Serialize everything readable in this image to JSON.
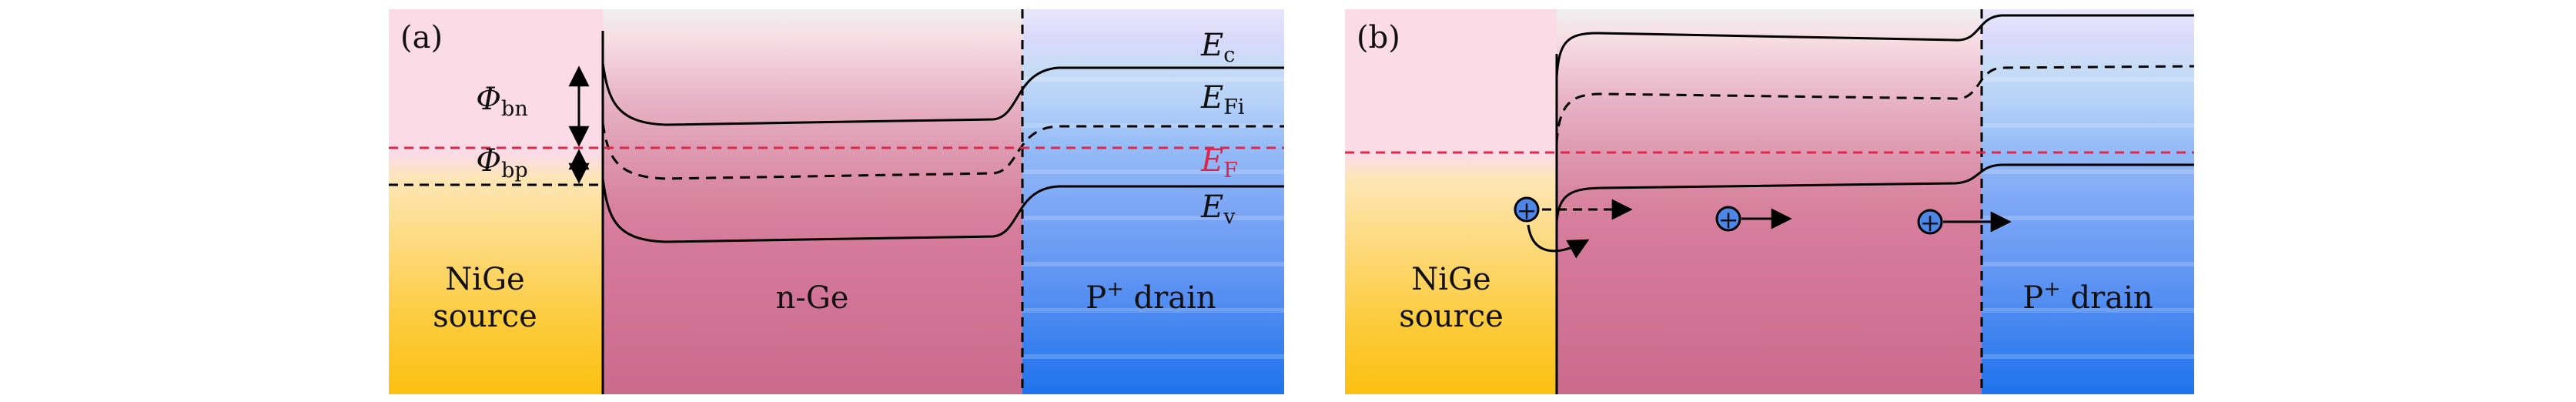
{
  "panel_a": {
    "tag": "(a)",
    "source_line1": "NiGe",
    "source_line2": "source",
    "channel": "n-Ge",
    "drain_base": "P",
    "drain_sup": "+",
    "drain_rest": " drain",
    "ec_main": "E",
    "ec_sub": "c",
    "efi_main": "E",
    "efi_sub": "Fi",
    "ef_main": "E",
    "ef_sub": "F",
    "ev_main": "E",
    "ev_sub": "v",
    "phi_bn_main": "Φ",
    "phi_bn_sub": "bn",
    "phi_bp_main": "Φ",
    "phi_bp_sub": "bp"
  },
  "panel_b": {
    "tag": "(b)",
    "source_line1": "NiGe",
    "source_line2": "source",
    "drain_base": "P",
    "drain_sup": "+",
    "drain_rest": " drain",
    "hole_symbol": "+"
  },
  "colors": {
    "fermi_line": "#e0284a",
    "fermi_label": "#d8264a",
    "hole_fill": "#4d86e6",
    "metal_top": "#f9dbe4",
    "ge_channel": "#d2738f",
    "drain_blue": "#3f86ee",
    "line": "#000000"
  }
}
